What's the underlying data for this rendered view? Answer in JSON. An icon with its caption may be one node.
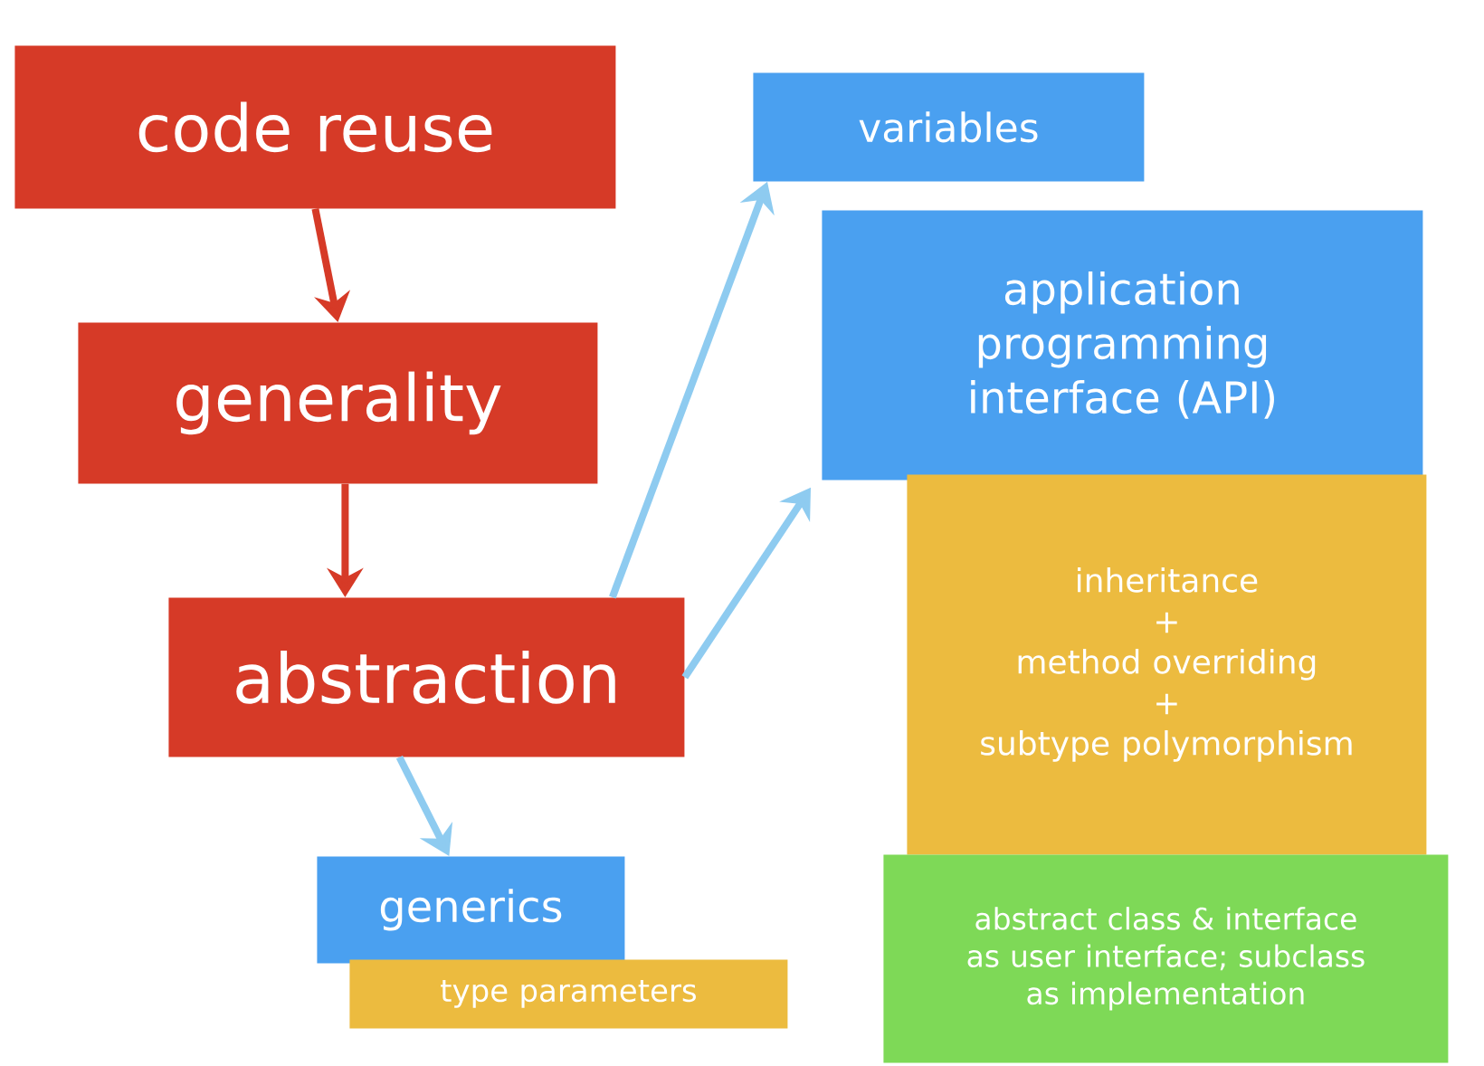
{
  "diagram": {
    "nodes": [
      {
        "text": [
          "code reuse"
        ]
      },
      {
        "text": [
          "generality"
        ]
      },
      {
        "text": [
          "abstraction"
        ]
      },
      {
        "text": [
          "variables"
        ]
      },
      {
        "text": [
          "application programming interface (API)"
        ]
      },
      {
        "text": [
          "inheritance",
          "+",
          "method overriding",
          "+",
          "subtype polymorphism"
        ]
      },
      {
        "text": [
          "generics"
        ]
      },
      {
        "text": [
          "type parameters"
        ]
      },
      {
        "text": [
          "abstract class & interface as user interface; subclass as implementation"
        ]
      }
    ],
    "edges": [
      {
        "from": 0,
        "to": 1,
        "arrow": "to",
        "color": "#d63a27"
      },
      {
        "from": 1,
        "to": 2,
        "arrow": "to",
        "color": "#d63a27"
      },
      {
        "from": 2,
        "to": 3,
        "arrow": "to"
      },
      {
        "from": 2,
        "to": 4,
        "arrow": "to"
      },
      {
        "from": 2,
        "to": 6,
        "arrow": "to"
      }
    ]
  }
}
